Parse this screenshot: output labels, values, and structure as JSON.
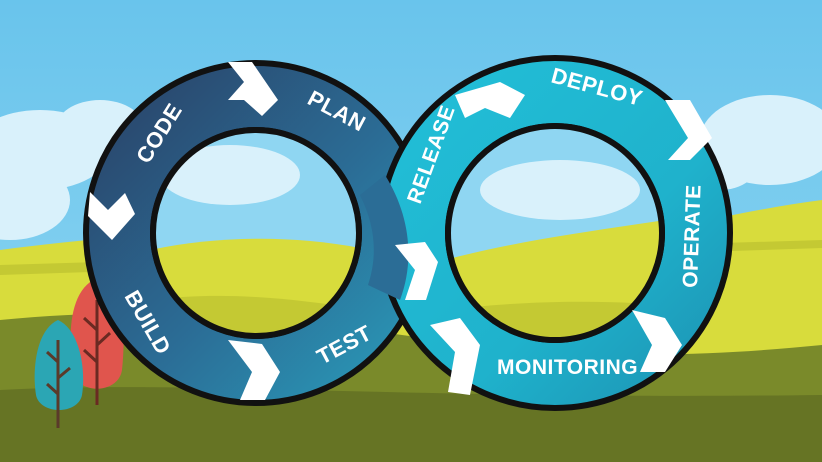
{
  "diagram": {
    "left_loop": {
      "stages": [
        {
          "key": "plan",
          "label": "PLAN"
        },
        {
          "key": "code",
          "label": "CODE"
        },
        {
          "key": "build",
          "label": "BUILD"
        },
        {
          "key": "test",
          "label": "TEST"
        }
      ]
    },
    "right_loop": {
      "stages": [
        {
          "key": "release",
          "label": "RELEASE"
        },
        {
          "key": "deploy",
          "label": "DEPLOY"
        },
        {
          "key": "operate",
          "label": "OPERATE"
        },
        {
          "key": "monitoring",
          "label": "MONITORING"
        }
      ]
    }
  },
  "colors": {
    "sky": "#6ec6ea",
    "field_yellow": "#d7dc3a",
    "field_green": "#7a8a2a",
    "ground": "#5e6b22",
    "ring_dark": "#2a4a6a",
    "ring_mid": "#2b7fa3",
    "ring_light": "#24c3dc",
    "arrow": "#ffffff",
    "outline": "#111111",
    "tree_red": "#e0554d",
    "tree_teal": "#2ba6b4"
  }
}
